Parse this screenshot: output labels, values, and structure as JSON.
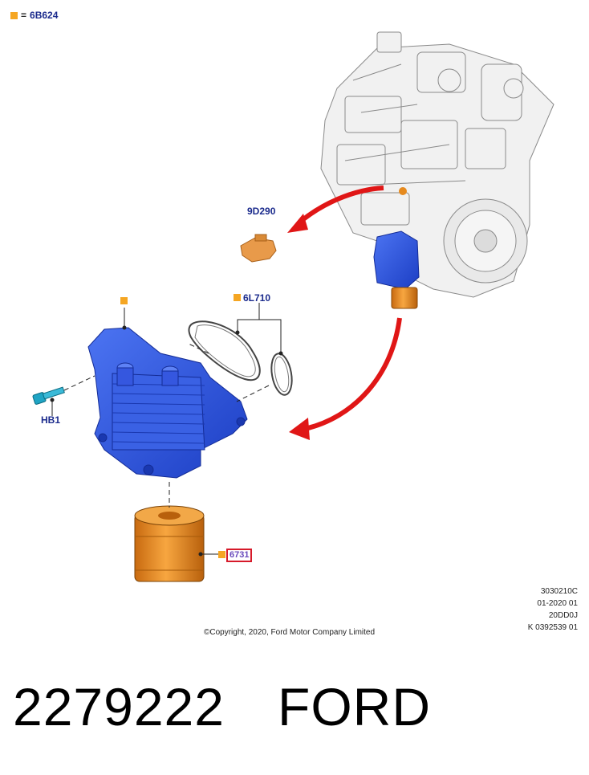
{
  "legend": {
    "symbol_label": "= ",
    "code": "6B624",
    "marker_color": "#f5a623"
  },
  "callouts": {
    "sensor": "9D290",
    "seals": "6L710",
    "bolt": "HB1",
    "filter": "6731"
  },
  "reference_block": [
    "3030210C",
    "01-2020 01",
    "20DD0J",
    "K 0392539 01"
  ],
  "copyright": "©Copyright, 2020, Ford Motor Company Limited",
  "part_number": "2279222",
  "brand": "FORD",
  "colors": {
    "part_blue": "#2b52d9",
    "arrow_red": "#e01616",
    "filter_orange": "#e68a1e",
    "label_blue": "#1a2a8c",
    "marker_orange": "#f5a623"
  }
}
